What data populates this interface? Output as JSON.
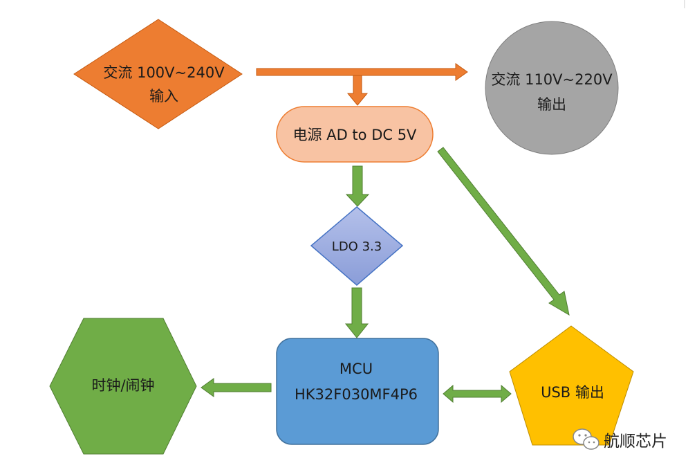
{
  "nodes": {
    "ac_input": {
      "line1": "交流 100V~240V",
      "line2": "输入",
      "color": "#ED7D31"
    },
    "ac_output": {
      "line1": "交流 110V~220V",
      "line2": "输出",
      "color": "#A5A5A5"
    },
    "power": {
      "label": "电源 AD to DC 5V",
      "color": "#F4B183",
      "border": "#ED7D31"
    },
    "ldo": {
      "label": "LDO 3.3",
      "color": "#9DAEE0",
      "border": "#4472C4"
    },
    "mcu": {
      "line1": "MCU",
      "line2": "HK32F030MF4P6",
      "color": "#5B9BD5",
      "border": "#41719C"
    },
    "clock": {
      "label": "时钟/闹钟",
      "color": "#70AD47",
      "border": "#507E32"
    },
    "usb": {
      "label": "USB 输出",
      "color": "#FFC000",
      "border": "#BC8C00"
    }
  },
  "arrow_colors": {
    "orange": "#ED7D31",
    "green": "#70AD47"
  },
  "watermark": {
    "text": "航顺芯片",
    "icon": "wechat-icon"
  }
}
